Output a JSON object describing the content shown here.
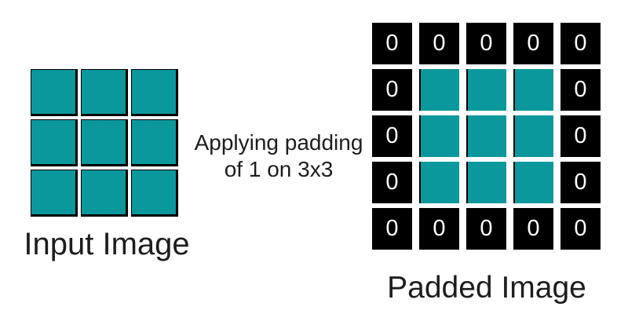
{
  "input_image": {
    "label": "Input Image",
    "rows": 3,
    "cols": 3
  },
  "annotation": {
    "line1": "Applying padding",
    "line2": "of 1 on 3x3"
  },
  "padded_image": {
    "label": "Padded Image",
    "rows": 5,
    "cols": 5,
    "pad_value": "0",
    "cells": [
      [
        "0",
        "0",
        "0",
        "0",
        "0"
      ],
      [
        "0",
        "",
        "",
        "",
        "0"
      ],
      [
        "0",
        "",
        "",
        "",
        "0"
      ],
      [
        "0",
        "",
        "",
        "",
        "0"
      ],
      [
        "0",
        "0",
        "0",
        "0",
        "0"
      ]
    ]
  },
  "colors": {
    "image_cell_fill": "#0B989C",
    "pad_cell_fill": "#000000",
    "pad_cell_text": "#ffffff",
    "text": "#1d1d1d",
    "background": "#ffffff"
  }
}
